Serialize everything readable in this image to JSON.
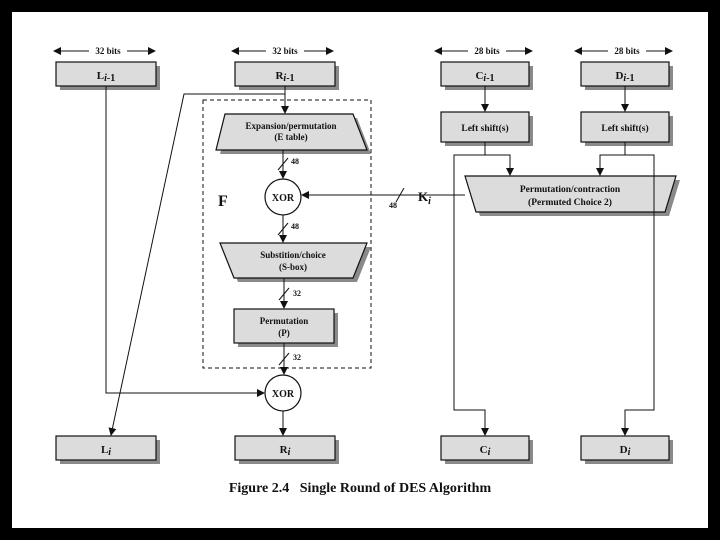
{
  "widths": {
    "l": "32 bits",
    "r": "32 bits",
    "c": "28 bits",
    "d": "28 bits"
  },
  "inputs": {
    "l_main": "L",
    "l_sub": "i",
    "l_suffix": "-1",
    "r_main": "R",
    "r_sub": "i",
    "r_suffix": "-1",
    "c_main": "C",
    "c_sub": "i",
    "c_suffix": "-1",
    "d_main": "D",
    "d_sub": "i",
    "d_suffix": "-1"
  },
  "outputs": {
    "l_main": "L",
    "l_sub": "i",
    "r_main": "R",
    "r_sub": "i",
    "c_main": "C",
    "c_sub": "i",
    "d_main": "D",
    "d_sub": "i"
  },
  "f_label": "F",
  "expansion": {
    "line1": "Expansion/permutation",
    "line2": "(E table)"
  },
  "xor_label": "XOR",
  "sbox": {
    "line1": "Substition/choice",
    "line2": "(S-box)"
  },
  "perm": {
    "line1": "Permutation",
    "line2": "(P)"
  },
  "left_shift": "Left shift(s)",
  "pc2": {
    "line1": "Permutation/contraction",
    "line2": "(Permuted Choice 2)"
  },
  "key": {
    "main": "K",
    "sub": "i"
  },
  "bus": {
    "e_out": "48",
    "xor_out": "48",
    "key": "48",
    "sbox_out": "32",
    "p_out": "32"
  },
  "caption": "Figure 2.4   Single Round of DES Algorithm"
}
